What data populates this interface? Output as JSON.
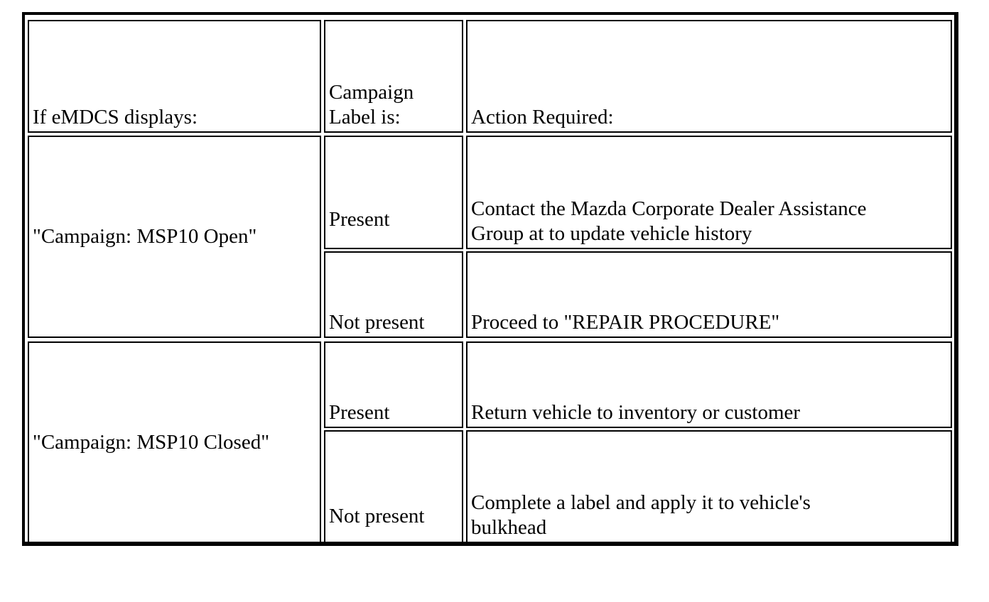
{
  "table": {
    "headers": {
      "col1": "If eMDCS displays:",
      "col2_line1": "Campaign",
      "col2_line2": "Label is:",
      "col3": "Action Required:"
    },
    "groups": [
      {
        "display": "\"Campaign: MSP10 Open\"",
        "rows": [
          {
            "label_status": "Present",
            "action_line1": "Contact the Mazda Corporate Dealer Assistance",
            "action_line2": "Group at  to update vehicle  history"
          },
          {
            "label_status": "Not present",
            "action_line1": "Proceed to \"REPAIR PROCEDURE\""
          }
        ]
      },
      {
        "display": "\"Campaign: MSP10 Closed\"",
        "rows": [
          {
            "label_status": "Present",
            "action_line1": "Return vehicle to inventory or customer"
          },
          {
            "label_status": "Not present",
            "action_line1": "Complete a label and apply it to vehicle's",
            "action_line2": "bulkhead"
          }
        ]
      }
    ]
  }
}
